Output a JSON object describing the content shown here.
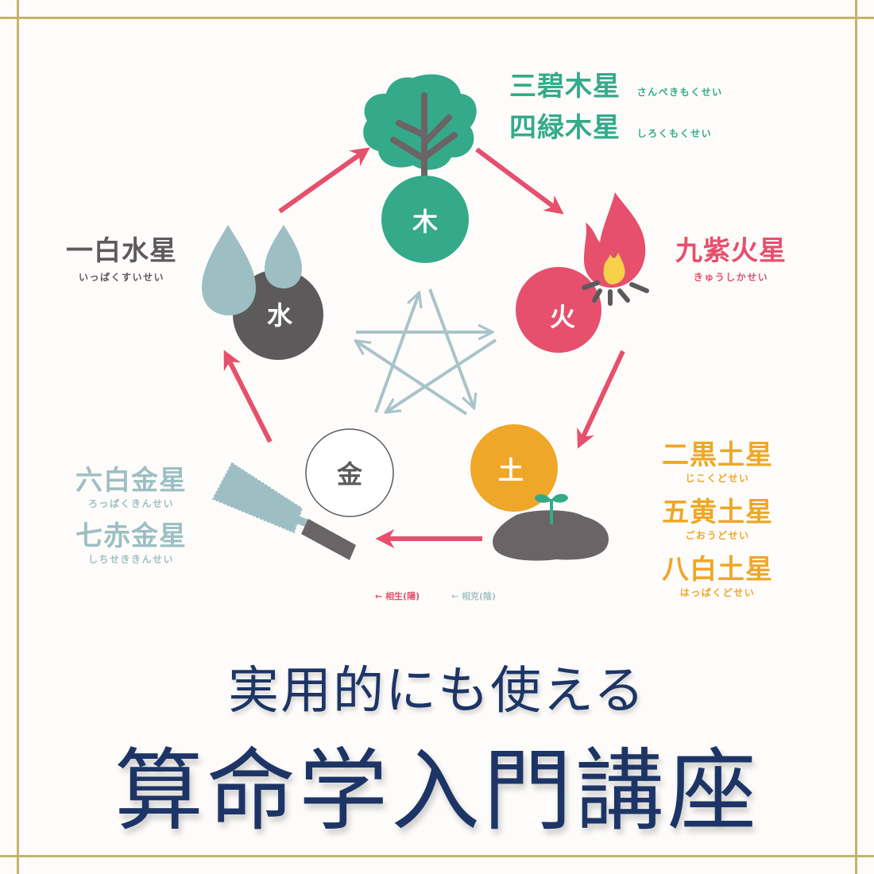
{
  "title": {
    "subtitle": "実用的にも使える",
    "main": "算命学入門講座"
  },
  "elements": {
    "wood": {
      "glyph": "木",
      "color": "#34aa8a",
      "icon": "tree-icon",
      "stars": [
        {
          "name": "三碧木星",
          "reading": "さんぺきもくせい"
        },
        {
          "name": "四緑木星",
          "reading": "しろくもくせい"
        }
      ]
    },
    "fire": {
      "glyph": "火",
      "color": "#e6506c",
      "icon": "campfire-icon",
      "stars": [
        {
          "name": "九紫火星",
          "reading": "きゅうしかせい"
        }
      ]
    },
    "earth": {
      "glyph": "土",
      "color": "#eea728",
      "icon": "soil-sprout-icon",
      "stars": [
        {
          "name": "二黒土星",
          "reading": "じこくどせい"
        },
        {
          "name": "五黄土星",
          "reading": "ごおうどせい"
        },
        {
          "name": "八白土星",
          "reading": "はっぱくどせい"
        }
      ]
    },
    "metal": {
      "glyph": "金",
      "color": "#5d5a5c",
      "icon": "saw-icon",
      "stars": [
        {
          "name": "六白金星",
          "reading": "ろっぱくきんせい"
        },
        {
          "name": "七赤金星",
          "reading": "しちせききんせい"
        }
      ]
    },
    "water": {
      "glyph": "水",
      "color": "#5d5a5c",
      "icon": "water-drops-icon",
      "stars": [
        {
          "name": "一白水星",
          "reading": "いっぱくすいせい"
        }
      ]
    }
  },
  "legend": {
    "generating": {
      "label": "相生(陽)",
      "arrow": "←",
      "color": "#e6506c"
    },
    "overcoming": {
      "label": "相克(陰)",
      "arrow": "←",
      "color": "#a9c4c8"
    }
  },
  "colors": {
    "frame": "#c2b46a",
    "title": "#1d3566",
    "generating_arrow": "#e6506c",
    "overcoming_arrow": "#a9c4c8"
  }
}
